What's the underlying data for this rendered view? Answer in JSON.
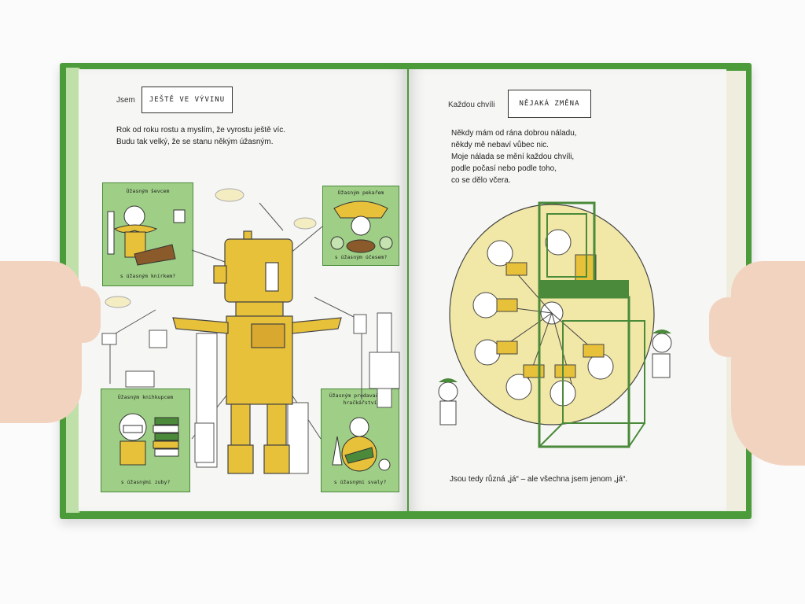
{
  "left_page": {
    "prefix": "Jsem",
    "boxed_label": "JEŠTĚ VE VÝVINU",
    "paragraph": "Rok od roku rostu a myslím, že vyrostu ještě víc.\nBudu tak velký, že se stanu někým úžasným.",
    "panels": [
      {
        "top": "Úžasným ševcem",
        "bottom": "s úžasným knírkem?"
      },
      {
        "top": "Úžasným pekařem",
        "bottom": "s úžasným účesem?"
      },
      {
        "top": "Úžasným knihkupcem",
        "bottom": "s úžasnými zuby?"
      },
      {
        "top": "Úžasným prodavačem v hračkářství",
        "bottom": "s úžasnými svaly?"
      }
    ]
  },
  "right_page": {
    "prefix": "Každou chvíli",
    "boxed_label": "NĚJAKÁ ZMĚNA",
    "paragraph": "Někdy mám od rána dobrou náladu,\nněkdy mě nebaví vůbec nic.\nMoje nálada se mění každou chvíli,\npodle počasí nebo podle toho,\nco se dělo včera.",
    "footer": "Jsou tedy různá „já“ – ale všechna jsem jenom „já“."
  },
  "colors": {
    "cover_green": "#4c9b3b",
    "panel_green": "#9fcf86",
    "robot_yellow": "#e8c13a",
    "mood_yellow": "#f1e7a6"
  }
}
